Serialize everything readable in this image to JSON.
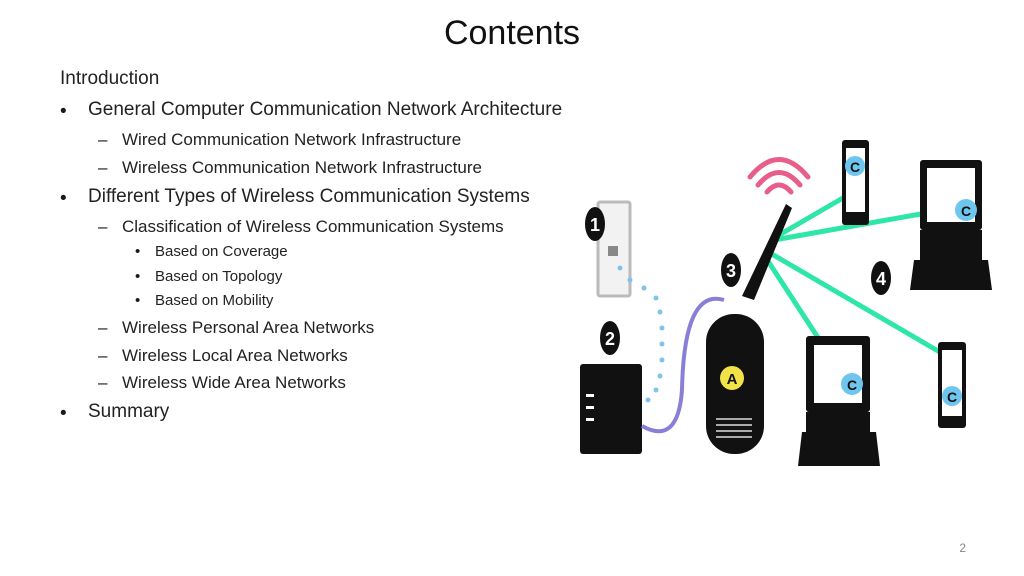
{
  "slide": {
    "title": "Contents",
    "page_number": "2"
  },
  "outline": {
    "intro": "Introduction",
    "bullet_char": "•",
    "dash_char": "–",
    "items": [
      {
        "label": "General Computer Communication Network Architecture"
      },
      {
        "label": "Wired Communication Network Infrastructure"
      },
      {
        "label": "Wireless Communication Network Infrastructure"
      },
      {
        "label": "Different Types of Wireless Communication Systems"
      },
      {
        "label": "Classification of Wireless Communication Systems"
      },
      {
        "label": "Based on Coverage"
      },
      {
        "label": "Based on Topology"
      },
      {
        "label": "Based on Mobility"
      },
      {
        "label": "Wireless Personal Area Networks"
      },
      {
        "label": "Wireless Local Area Networks"
      },
      {
        "label": "Wireless Wide Area Networks"
      },
      {
        "label": "Summary"
      }
    ]
  },
  "diagram": {
    "badges": [
      "1",
      "2",
      "3",
      "4"
    ],
    "router_label": "A",
    "client_label": "C",
    "colors": {
      "device": "#111111",
      "link_wireless": "#2ee6a6",
      "cable": "#8a7fd6",
      "signal": "#e85d8a",
      "client_badge": "#6ec6ef",
      "router_badge": "#f2e24a",
      "wall_jack": "#bbbbbb",
      "dots": "#7fc3e8"
    }
  }
}
